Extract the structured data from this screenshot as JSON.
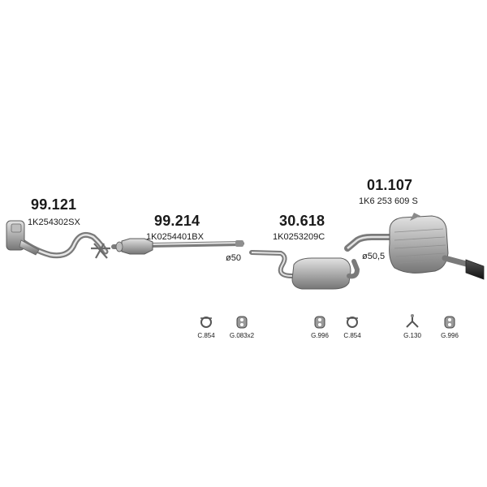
{
  "parts": [
    {
      "part_number": "99.121",
      "oem_number": "1K254302SX"
    },
    {
      "part_number": "99.214",
      "oem_number": "1K0254401BX"
    },
    {
      "part_number": "30.618",
      "oem_number": "1K0253209C"
    },
    {
      "part_number": "01.107",
      "oem_number": "1K6 253 609 S"
    }
  ],
  "diameters": [
    "ø50",
    "ø50,5"
  ],
  "accessories": [
    {
      "code": "C.854",
      "icon": "clamp-icon"
    },
    {
      "code": "G.083x2",
      "icon": "rubber-hanger-icon"
    },
    {
      "code": "G.996",
      "icon": "rubber-hanger-icon"
    },
    {
      "code": "C.854",
      "icon": "clamp-icon"
    },
    {
      "code": "G.130",
      "icon": "bracket-hanger-icon"
    },
    {
      "code": "G.996",
      "icon": "rubber-hanger-icon"
    }
  ],
  "colors": {
    "metal_light": "#d4d4d4",
    "metal_dark": "#7d7d7d",
    "text": "#1a1a1a"
  }
}
